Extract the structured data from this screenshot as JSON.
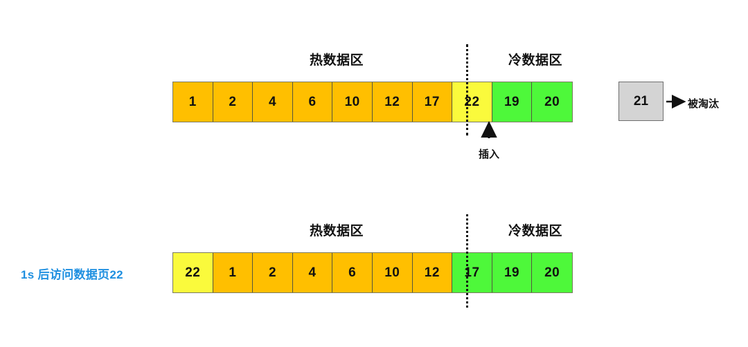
{
  "colors": {
    "hot_cell": "#FFBF00",
    "new_cell": "#FAFA3C",
    "cold_cell": "#4EF83A",
    "evicted_cell": "#D4D4D4",
    "caption_blue": "#1E8FE0",
    "outline": "#55553F",
    "text": "#101010"
  },
  "labels": {
    "hot_zone": "热数据区",
    "cold_zone": "冷数据区",
    "insert": "插入",
    "evicted": "被淘汰"
  },
  "row1": {
    "caption": "",
    "hot_zone_label": "热数据区",
    "cold_zone_label": "冷数据区",
    "cells": [
      {
        "value": "1",
        "state": "hot"
      },
      {
        "value": "2",
        "state": "hot"
      },
      {
        "value": "4",
        "state": "hot"
      },
      {
        "value": "6",
        "state": "hot"
      },
      {
        "value": "10",
        "state": "hot"
      },
      {
        "value": "12",
        "state": "hot"
      },
      {
        "value": "17",
        "state": "hot"
      },
      {
        "value": "22",
        "state": "new"
      },
      {
        "value": "19",
        "state": "cold"
      },
      {
        "value": "20",
        "state": "cold"
      }
    ],
    "insert_label": "插入",
    "evicted_value": "21",
    "evicted_label": "被淘汰"
  },
  "row2": {
    "caption": "1s 后访问数据页22",
    "hot_zone_label": "热数据区",
    "cold_zone_label": "冷数据区",
    "cells": [
      {
        "value": "22",
        "state": "new"
      },
      {
        "value": "1",
        "state": "hot"
      },
      {
        "value": "2",
        "state": "hot"
      },
      {
        "value": "4",
        "state": "hot"
      },
      {
        "value": "6",
        "state": "hot"
      },
      {
        "value": "10",
        "state": "hot"
      },
      {
        "value": "12",
        "state": "hot"
      },
      {
        "value": "17",
        "state": "cold"
      },
      {
        "value": "19",
        "state": "cold"
      },
      {
        "value": "20",
        "state": "cold"
      }
    ]
  }
}
